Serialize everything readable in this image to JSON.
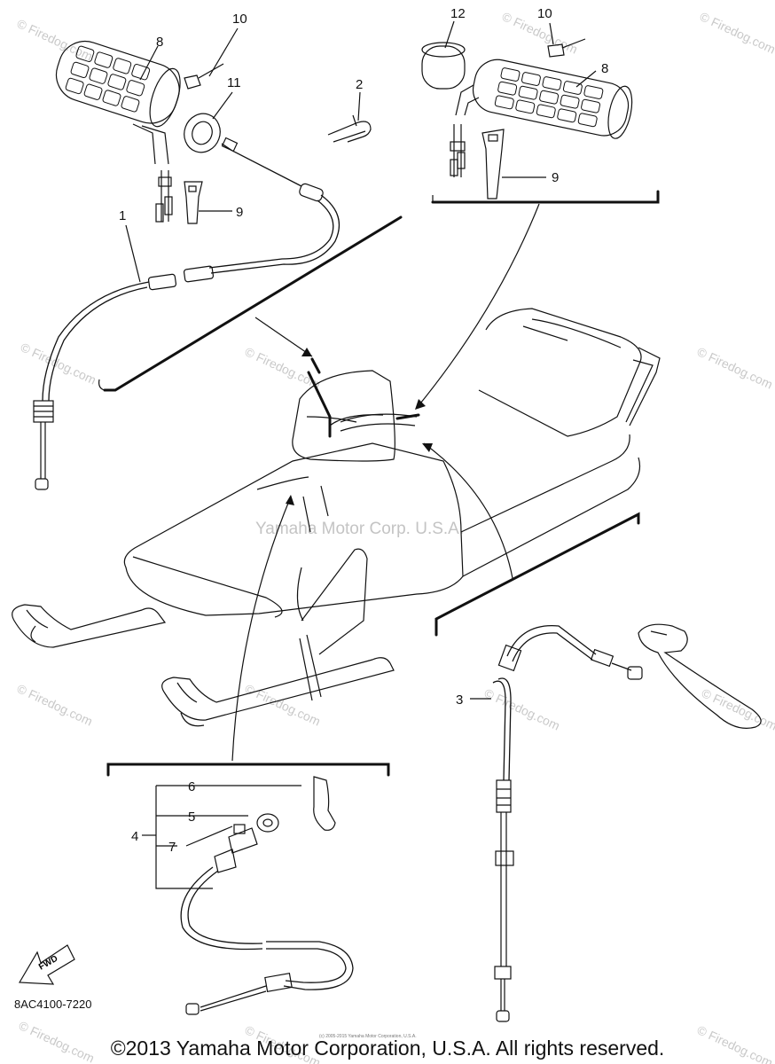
{
  "diagram": {
    "part_code": "8AC4100-7220",
    "fwd_label": "FWD",
    "callouts": {
      "c1": "1",
      "c2": "2",
      "c3": "3",
      "c4": "4",
      "c5": "5",
      "c6": "6",
      "c7": "7",
      "c8_left": "8",
      "c8_right": "8",
      "c9_left": "9",
      "c9_right": "9",
      "c10_left": "10",
      "c10_right": "10",
      "c11": "11",
      "c12": "12"
    }
  },
  "watermarks": {
    "center": "Yamaha Motor Corp. U.S.A.",
    "repeat": "© Firedog.com"
  },
  "footer": {
    "small_notice": "(c) 2005-2015 Yamaha Motor Corporation, U.S.A.",
    "copyright": "©2013 Yamaha Motor Corporation, U.S.A. All rights reserved."
  }
}
